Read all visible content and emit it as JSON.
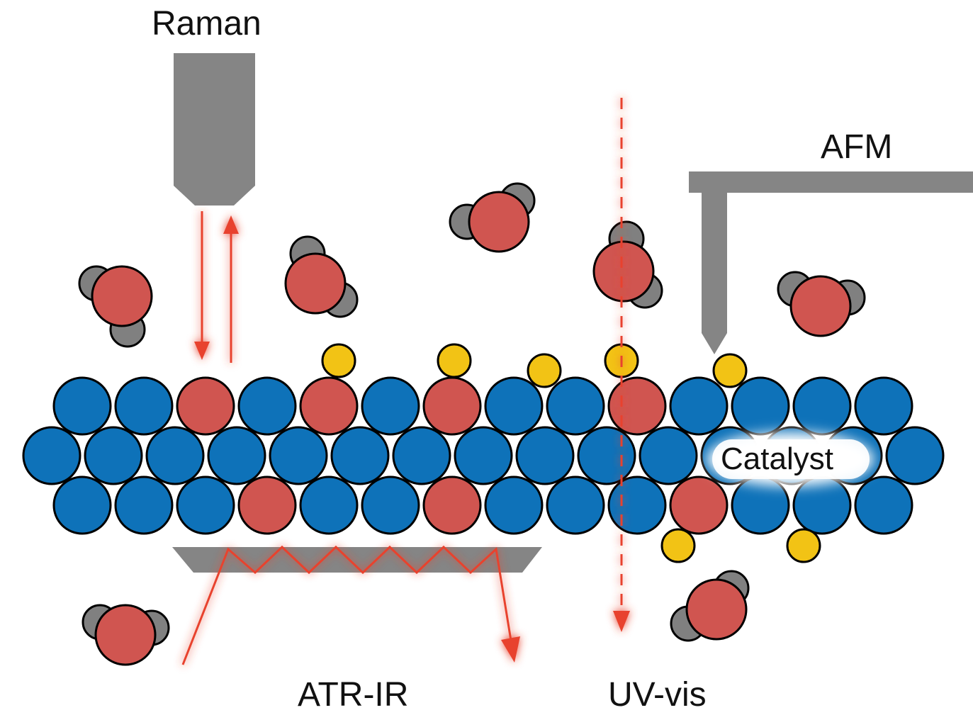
{
  "labels": {
    "raman": "Raman",
    "afm": "AFM",
    "atr_ir": "ATR-IR",
    "uv_vis": "UV-vis",
    "catalyst": "Catalyst"
  },
  "colors": {
    "surface_atom": "#0e72b9",
    "active_atom": "#d05550",
    "adsorbate": "#f2c315",
    "hydrogen": "#808080",
    "probe": "#858585",
    "beam": "#e8432d",
    "outline": "#000000"
  },
  "icons": {
    "raman_probe": "raman-objective-icon",
    "afm_probe": "afm-cantilever-icon",
    "atr_crystal": "atr-crystal-icon",
    "water": "water-molecule-icon"
  }
}
